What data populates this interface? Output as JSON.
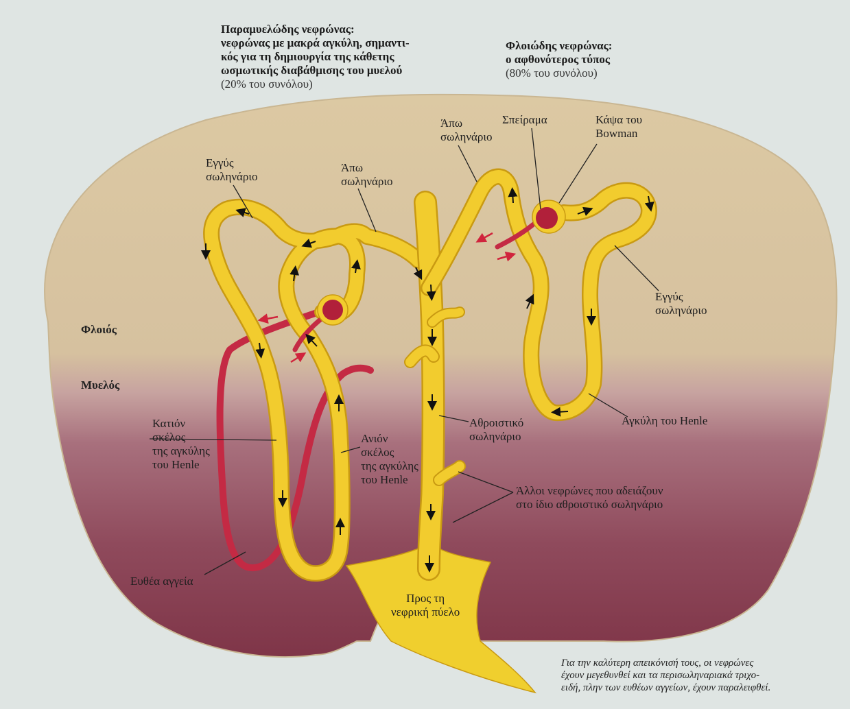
{
  "headers": {
    "juxtamedullary": {
      "bold_lines": [
        "Παραμυελώδης νεφρώνας:",
        "νεφρώνας με μακρά αγκύλη, σημαντι-",
        "κός για τη δημιουργία της κάθετης",
        "ωσμωτικής διαβάθμισης του μυελού"
      ],
      "share": "(20% του συνόλου)"
    },
    "cortical": {
      "bold_lines": [
        "Φλοιώδης νεφρώνας:",
        "ο αφθονότερος τύπος"
      ],
      "share": "(80% του συνόλου)"
    }
  },
  "regions": {
    "cortex": "Φλοιός",
    "medulla": "Μυελός"
  },
  "labels": {
    "proximal_left": [
      "Εγγύς",
      "σωληνάριο"
    ],
    "distal_left": [
      "Άπω",
      "σωληνάριο"
    ],
    "distal_right": [
      "Άπω",
      "σωληνάριο"
    ],
    "glomerulus": "Σπείραμα",
    "bowman": [
      "Κάψα του",
      "Bowman"
    ],
    "proximal_right": [
      "Εγγύς",
      "σωληνάριο"
    ],
    "descending_limb": [
      "Κατιόν",
      "σκέλος",
      "της αγκύλης",
      "του Henle"
    ],
    "ascending_limb": [
      "Ανιόν",
      "σκέλος",
      "της αγκύλης",
      "του Henle"
    ],
    "collecting_duct": [
      "Αθροιστικό",
      "σωληνάριο"
    ],
    "loop_henle": "Αγκύλη του Henle",
    "other_nephrons": [
      "Άλλοι νεφρώνες που αδειάζουν",
      "στο ίδιο αθροιστικό σωληνάριο"
    ],
    "vasa_recta": "Ευθέα αγγεία",
    "renal_pelvis": [
      "Προς τη",
      "νεφρική πύελο"
    ]
  },
  "footnote": [
    "Για την καλύτερη απεικόνισή τους, οι νεφρώνες",
    "έχουν μεγεθυνθεί και τα περισωληναριακά τριχο-",
    "ειδή, πλην των ευθέων αγγείων, έχουν παραλειφθεί."
  ],
  "colors": {
    "tubule": "#f2cc2e",
    "tubule_edge": "#c99a12",
    "vessel": "#c42a44",
    "cortex": "#dccaa4",
    "medulla": "#8a3e52"
  }
}
